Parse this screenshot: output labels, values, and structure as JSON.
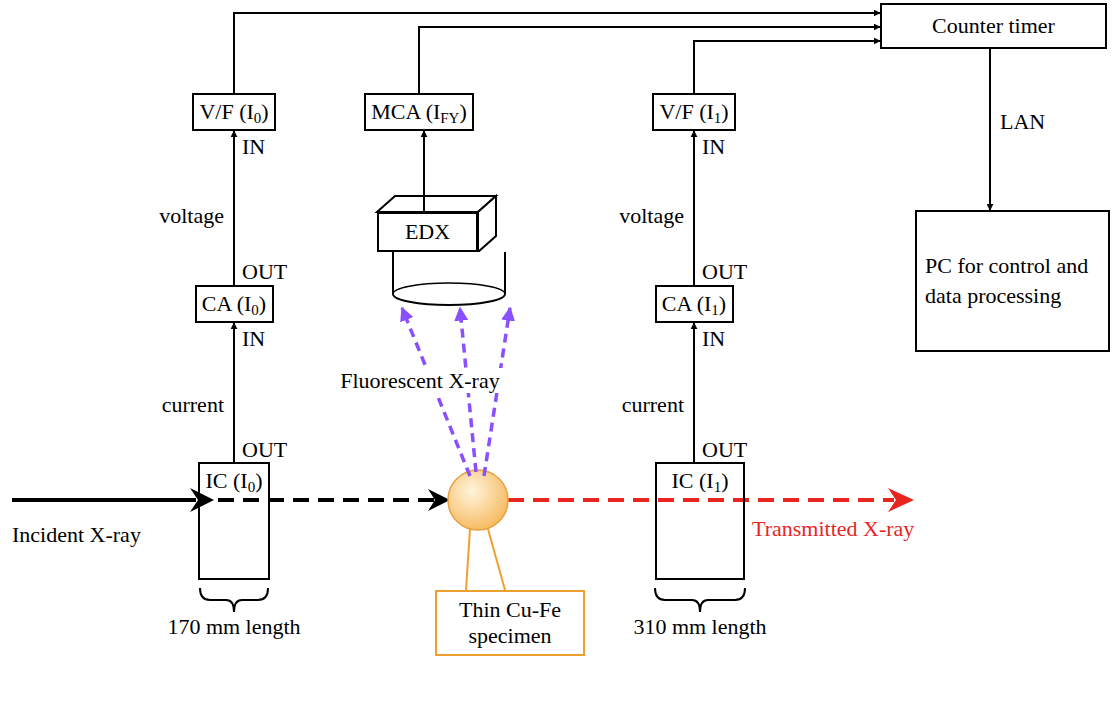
{
  "diagram": {
    "nodes": [
      {
        "text": [
          "Counter timer"
        ]
      },
      {
        "text": [
          "V/F (I0)"
        ]
      },
      {
        "text": [
          "MCA (IFY)"
        ]
      },
      {
        "text": [
          "V/F (I1)"
        ]
      },
      {
        "text": [
          "EDX"
        ]
      },
      {
        "text": [
          "PC for control and data processing"
        ]
      },
      {
        "text": [
          "CA (I0)"
        ]
      },
      {
        "text": [
          "CA (I1)"
        ]
      },
      {
        "text": [
          "IC (I0)"
        ]
      },
      {
        "text": [
          "IC (I1)"
        ]
      },
      {
        "text": [
          "Thin Cu-Fe specimen"
        ]
      }
    ],
    "edges": [
      {
        "from": 8,
        "to": 6,
        "arrow": "to"
      },
      {
        "from": 6,
        "to": 1,
        "arrow": "to"
      },
      {
        "from": 1,
        "to": 0,
        "arrow": "to"
      },
      {
        "from": 9,
        "to": 7,
        "arrow": "to"
      },
      {
        "from": 7,
        "to": 3,
        "arrow": "to"
      },
      {
        "from": 3,
        "to": 0,
        "arrow": "to"
      },
      {
        "from": 4,
        "to": 2,
        "arrow": "to"
      },
      {
        "from": 2,
        "to": 0,
        "arrow": "to"
      },
      {
        "from": 0,
        "to": 5,
        "label": "LAN",
        "arrow": "to"
      }
    ],
    "labels": [
      "IN",
      "voltage",
      "OUT",
      "IN",
      "current",
      "OUT",
      "IN",
      "voltage",
      "OUT",
      "IN",
      "current",
      "OUT",
      "Fluorescent X-ray",
      "Incident X-ray",
      "Transmitted X-ray",
      "170 mm length",
      "310 mm length"
    ]
  }
}
